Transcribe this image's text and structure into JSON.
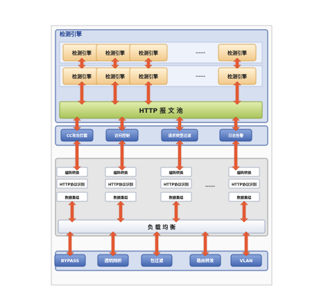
{
  "engine": {
    "title": "检测引擎",
    "cell_label": "检测引擎",
    "ellipsis": "……"
  },
  "http_pool": {
    "label": "HTTP  报  文  池"
  },
  "middle_modules": [
    "CC攻击拦截",
    "访问控制",
    "请求类型过滤",
    "日志告警"
  ],
  "decoders": {
    "lines": [
      "编码转换",
      "HTTP协议识别",
      "数据重组"
    ],
    "ellipsis": "……"
  },
  "load_balance": {
    "label": "负  载  均  衡"
  },
  "bottom_modules": [
    "BYPASS",
    "透明网桥",
    "包过滤",
    "路由转发",
    "VLAN"
  ],
  "colors": {
    "engine_fill": "#f7d9a0",
    "engine_border": "#d9a85a",
    "arrow": "#e8613c",
    "pool_fill": "#c8dc78",
    "module_fill": "#5b7fc4",
    "panel_fill": "#e6e6e6",
    "frame": "#7f93b8"
  }
}
